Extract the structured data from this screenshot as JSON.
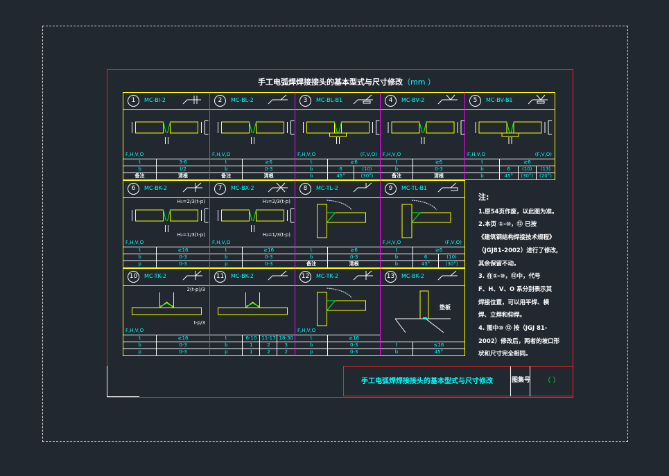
{
  "title": {
    "main": "手工电弧焊焊接接头的基本型式与尺寸修改",
    "unit": "（mm ）"
  },
  "cells": [
    {
      "num": "1",
      "code": "MC-BI-2",
      "pos": "F,H,V,O",
      "alt": "",
      "rows": [
        [
          "t",
          "3-6"
        ],
        [
          "b",
          "t/2"
        ],
        [
          "备注",
          "清根"
        ]
      ]
    },
    {
      "num": "2",
      "code": "MC-BL-2",
      "pos": "F,H,V,O",
      "alt": "",
      "rows": [
        [
          "t",
          "≥6"
        ],
        [
          "b",
          "0-3"
        ],
        [
          "备注",
          "清根"
        ]
      ]
    },
    {
      "num": "3",
      "code": "MC-BL-B1",
      "pos": "F,H,V,O",
      "alt": "(F,V,O)",
      "rows": [
        [
          "t",
          "≥6"
        ],
        [
          "b",
          "6",
          "(10)"
        ],
        [
          "b",
          "45°",
          "(30°)"
        ]
      ]
    },
    {
      "num": "4",
      "code": "MC-BV-2",
      "pos": "F,H,V,O",
      "alt": "",
      "rows": [
        [
          "t",
          "≥6"
        ],
        [
          "b",
          "0-3"
        ],
        [
          "备注",
          "清根"
        ]
      ]
    },
    {
      "num": "5",
      "code": "MC-BV-B1",
      "pos": "F,H,V,O",
      "alt": "(F,V,O)",
      "rows": [
        [
          "t",
          "≥6"
        ],
        [
          "b",
          "6",
          "(10)",
          "(13)"
        ],
        [
          "b",
          "45°",
          "(30°)",
          "(20°)"
        ]
      ]
    },
    {
      "num": "6",
      "code": "MC-BK-2",
      "pos": "F,H,V,O",
      "alt": "",
      "f1": "H₁=2/3(t-p)",
      "f2": "H₂=1/3(t-p)",
      "rows": [
        [
          "t",
          "≥16"
        ],
        [
          "b",
          "0-3"
        ],
        [
          "p",
          "0-3"
        ]
      ]
    },
    {
      "num": "7",
      "code": "MC-BX-2",
      "pos": "F,H,V,O",
      "alt": "",
      "f1": "H₁=2/3(t-p)",
      "f2": "H₂=1/3(t-p)",
      "rows": [
        [
          "t",
          "≥16"
        ],
        [
          "b",
          "0-3"
        ],
        [
          "p",
          "0-3"
        ]
      ]
    },
    {
      "num": "8",
      "code": "MC-TL-2",
      "pos": "",
      "alt": "",
      "rows": [
        [
          "t",
          "≥6"
        ],
        [
          "b",
          "0-3"
        ],
        [
          "备注",
          "清根"
        ]
      ]
    },
    {
      "num": "9",
      "code": "MC-TL-B1",
      "pos": "F,H,V,O",
      "alt": "(F,V,O)",
      "rows": [
        [
          "t",
          "≥6"
        ],
        [
          "b",
          "6",
          "(10)"
        ],
        [
          "b",
          "45°",
          "(30°)"
        ]
      ]
    },
    {
      "num": "10",
      "code": "MC-TK-2",
      "pos": "F,H,V,O",
      "alt": "",
      "f1": "2(t-p)/3",
      "f2": "t-p/3",
      "rows": [
        [
          "t",
          "≥16"
        ],
        [
          "b",
          "0-3"
        ],
        [
          "p",
          "0-3"
        ]
      ]
    },
    {
      "num": "11",
      "code": "MC-BK-2",
      "pos": "",
      "alt": "",
      "rows": [
        [
          "t",
          "6-10",
          "11-17",
          "18-30"
        ],
        [
          "b",
          "1",
          "2",
          "3"
        ],
        [
          "p",
          "1",
          "2",
          "2"
        ]
      ]
    },
    {
      "num": "12",
      "code": "MC-TK-2",
      "pos": "F,H,V,O",
      "alt": "",
      "rows": [
        [
          "t",
          "≥16"
        ],
        [
          "b",
          "0-3"
        ],
        [
          "p",
          "0-3"
        ]
      ]
    },
    {
      "num": "13",
      "code": "MC-BK-2",
      "pos": "",
      "alt": "",
      "label": "垫板",
      "rows": [
        [
          "t",
          "≤16"
        ],
        [
          "b",
          "45°"
        ]
      ]
    }
  ],
  "notes": {
    "heading": "注:",
    "lines": [
      "1.原54页作废，以此图为准。",
      "2.本页 ①-⑩，⑫ 已按",
      "《建筑钢结构焊接技术规程》",
      "（JGJ81-2002）进行了修改,",
      "其余保留不动。",
      "3. 在①-⑩，⑫中，代号",
      "F、H、V、O 系分别表示其",
      "焊接位置，可以用平焊、横",
      "焊、立焊和仰焊。",
      "4. 图中⑩ ⑫ 按（JGJ 81-",
      "2002）修改后，两者的坡口形",
      "状和尺寸完全相同。"
    ]
  },
  "title_block": {
    "title": "手工电弧焊焊接接头的基本型式与尺寸修改",
    "atlas_label": "图集号",
    "atlas_value": "（ ）"
  },
  "colors": {
    "background": "#212830",
    "frame": "#ff2020",
    "grid": "#ffff00",
    "divider": "#ff00ff",
    "text": "#00ffff"
  }
}
